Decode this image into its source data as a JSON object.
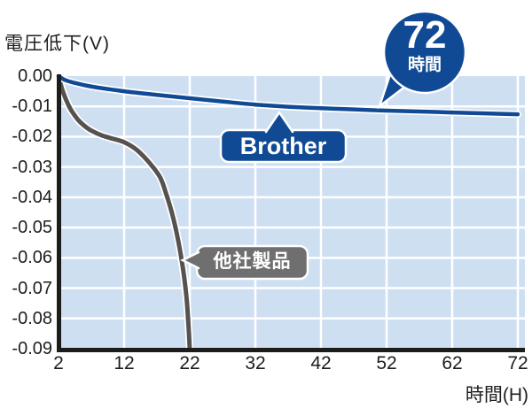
{
  "chart_data": {
    "type": "line",
    "title": "電圧低下(V)",
    "ylabel": "電圧低下(V)",
    "xlabel": "時間(H)",
    "xlim": [
      2,
      72
    ],
    "ylim": [
      -0.09,
      0
    ],
    "grid": true,
    "legend_position": "inline-callouts",
    "x_ticks": [
      "2",
      "12",
      "22",
      "32",
      "42",
      "52",
      "62",
      "72"
    ],
    "y_ticks": [
      "0.00",
      "-0.01",
      "-0.02",
      "-0.03",
      "-0.04",
      "-0.05",
      "-0.06",
      "-0.07",
      "-0.08",
      "-0.09"
    ],
    "series": [
      {
        "name": "Brother",
        "color": "#114a94",
        "x": [
          2,
          3,
          4,
          6,
          8,
          12,
          17,
          22,
          27,
          32,
          37,
          42,
          47,
          52,
          57,
          62,
          67,
          72
        ],
        "y": [
          0,
          -0.0013,
          -0.002,
          -0.003,
          -0.0038,
          -0.005,
          -0.0062,
          -0.0073,
          -0.0084,
          -0.0094,
          -0.0101,
          -0.0106,
          -0.011,
          -0.0114,
          -0.0117,
          -0.012,
          -0.0123,
          -0.0126
        ]
      },
      {
        "name": "他社製品",
        "color": "#56524f",
        "x": [
          2,
          2.5,
          3,
          3.5,
          4,
          5,
          6,
          7,
          8.5,
          10,
          12,
          14,
          16,
          17.5,
          18.5,
          19.5,
          20.3,
          21,
          21.5,
          21.8,
          22
        ],
        "y": [
          0,
          -0.004,
          -0.007,
          -0.0095,
          -0.0115,
          -0.0145,
          -0.0165,
          -0.018,
          -0.0195,
          -0.0205,
          -0.0218,
          -0.0245,
          -0.029,
          -0.0335,
          -0.0395,
          -0.047,
          -0.055,
          -0.064,
          -0.073,
          -0.082,
          -0.09
        ]
      }
    ],
    "annotation": {
      "value": "72",
      "unit": "時間"
    }
  },
  "colors": {
    "accent_blue": "#114a94",
    "competitor_gray": "#56524f",
    "competitor_label_bg": "#6f6f6f",
    "plot_bg": "#cfdff2",
    "grid_line": "#ffffff",
    "axis": "#1c1c1a",
    "text": "#1d1d1b",
    "callout_text": "#ffffff"
  }
}
